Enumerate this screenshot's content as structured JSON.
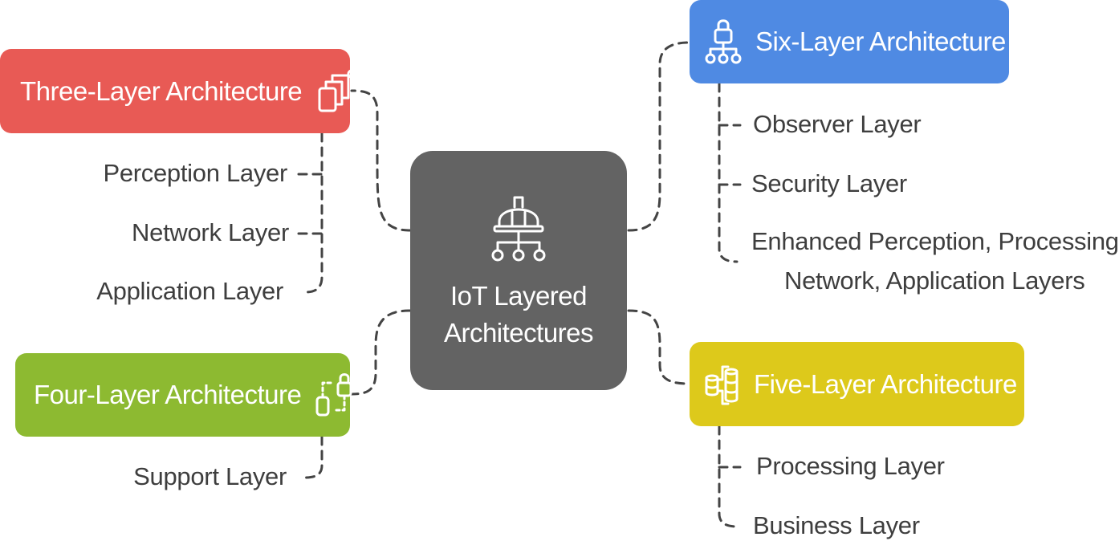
{
  "center": {
    "title": "IoT Layered\nArchitectures",
    "icon": "network-hierarchy-icon"
  },
  "branches": {
    "three": {
      "title": "Three-Layer Architecture",
      "color": "#e85a55",
      "icon": "stacked-layers-icon",
      "items": [
        "Perception Layer",
        "Network Layer",
        "Application Layer"
      ]
    },
    "four": {
      "title": "Four-Layer Architecture",
      "color": "#8dba31",
      "icon": "lock-connection-icon",
      "items": [
        "Support Layer"
      ]
    },
    "six": {
      "title": "Six-Layer Architecture",
      "color": "#4f8ae3",
      "icon": "lock-network-icon",
      "items": [
        "Observer Layer",
        "Security Layer",
        "Enhanced Perception, Processing,",
        "Network, Application Layers"
      ]
    },
    "five": {
      "title": "Five-Layer Architecture",
      "color": "#ddc91b",
      "icon": "database-flow-icon",
      "items": [
        "Processing Layer",
        "Business Layer"
      ]
    }
  },
  "colors": {
    "center": "#636363",
    "text": "#3e3e3e",
    "connector": "#444444"
  }
}
